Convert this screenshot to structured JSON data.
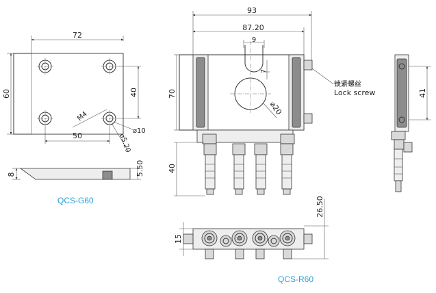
{
  "plate_view": {
    "width_dim": "72",
    "height_dim": "60",
    "hole_spacing_x": "50",
    "hole_spacing_y": "40",
    "thread": "M4",
    "counterbore": "⌀10",
    "bore": "⌀5.20"
  },
  "plate_side": {
    "thickness": "8",
    "step": "5.50"
  },
  "front_view": {
    "overall_width": "93",
    "inner_width": "87.20",
    "slot_width": "9",
    "slot_depth": "7",
    "body_height": "70",
    "hole_dia": "⌀20",
    "connector_height": "40"
  },
  "side_view": {
    "height_dim": "41"
  },
  "bottom_view": {
    "height_dim": "15",
    "total_dim": "26.50"
  },
  "labels": {
    "lock_screw_cn": "锁紧螺丝",
    "lock_screw_en": "Lock screw",
    "model_g": "QCS-G60",
    "model_r": "QCS-R60"
  },
  "colors": {
    "model_label": "#2a9fd6"
  }
}
